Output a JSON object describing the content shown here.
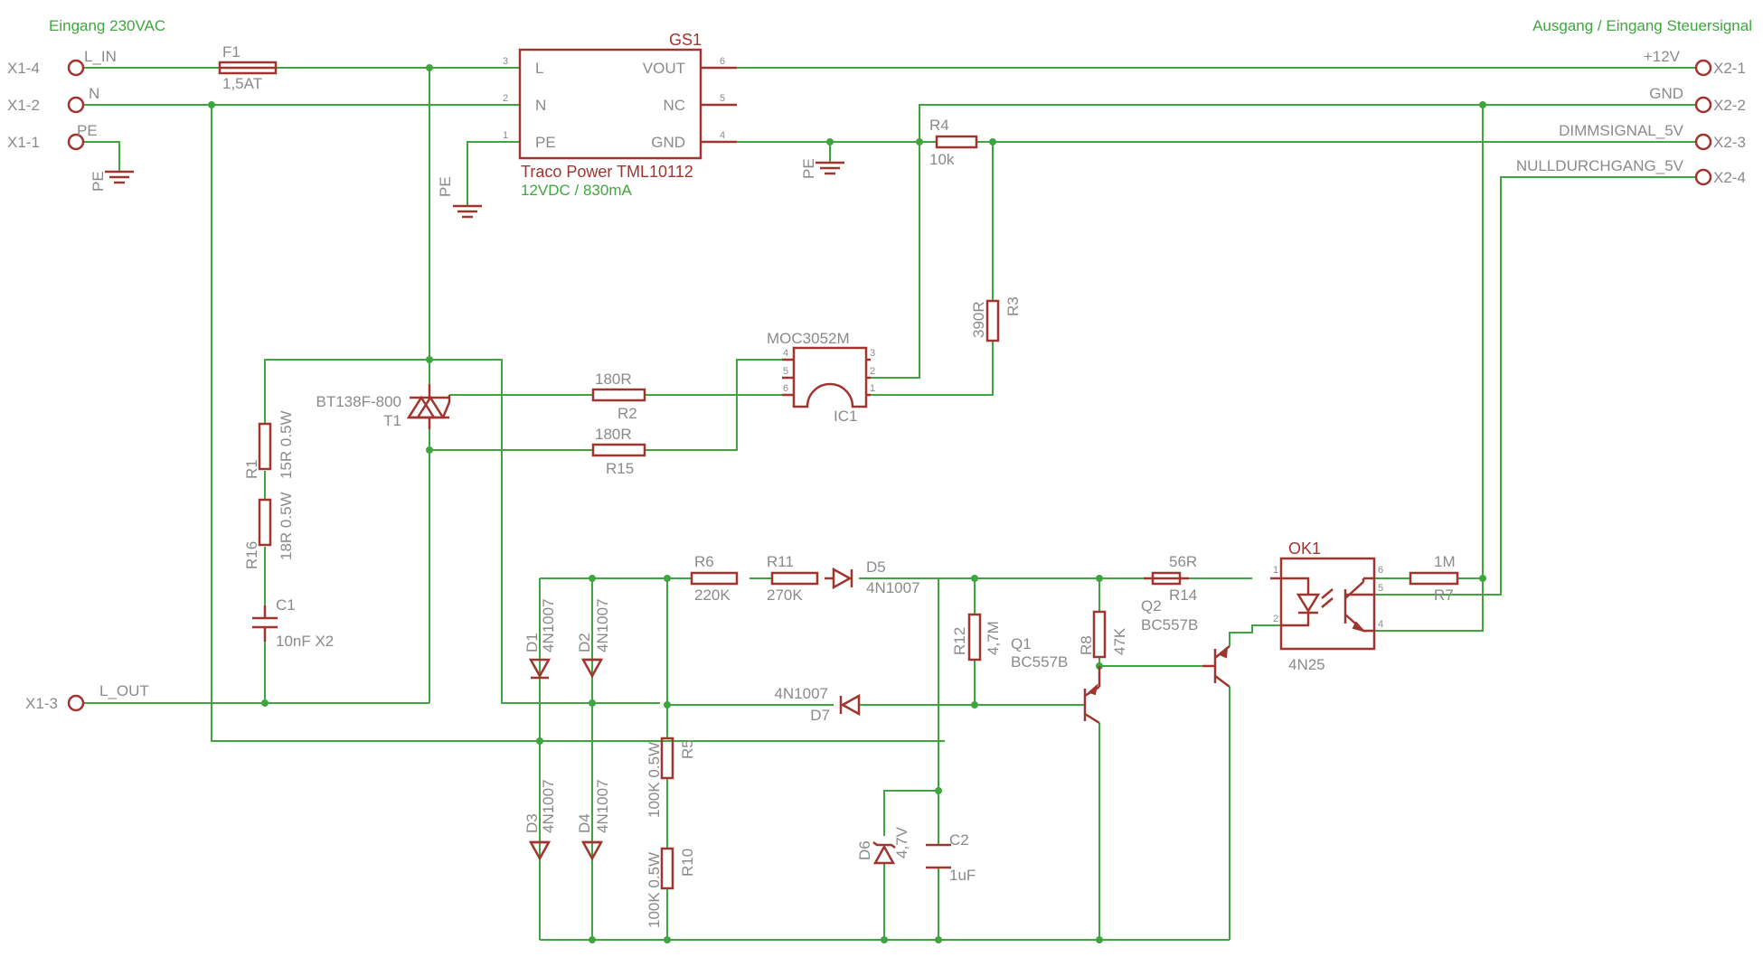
{
  "headings": {
    "left": "Eingang 230VAC",
    "right": "Ausgang / Eingang Steuersignal"
  },
  "connectors": {
    "x1_4": "X1-4",
    "x1_2": "X1-2",
    "x1_1": "X1-1",
    "x1_3": "X1-3",
    "x2_1": "X2-1",
    "x2_2": "X2-2",
    "x2_3": "X2-3",
    "x2_4": "X2-4"
  },
  "nets": {
    "l_in": "L_IN",
    "n": "N",
    "pe": "PE",
    "l_out": "L_OUT",
    "v12": "+12V",
    "gnd": "GND",
    "dimm": "DIMMSIGNAL_5V",
    "null": "NULLDURCHGANG_5V"
  },
  "gs1": {
    "name": "GS1",
    "title": "Traco Power TML10112",
    "spec": "12VDC / 830mA",
    "pins": {
      "l": "L",
      "n": "N",
      "pe": "PE",
      "vout": "VOUT",
      "nc": "NC",
      "gnd": "GND"
    },
    "pin_numbers": {
      "p1": "1",
      "p2": "2",
      "p3": "3",
      "p4": "4",
      "p5": "5",
      "p6": "6"
    }
  },
  "fuse": {
    "name": "F1",
    "value": "1,5AT"
  },
  "pe_symbols": {
    "label": "PE"
  },
  "triac": {
    "value": "BT138F-800",
    "name": "T1"
  },
  "ic1": {
    "value": "MOC3052M",
    "name": "IC1",
    "pin_numbers": {
      "p1": "1",
      "p2": "2",
      "p3": "3",
      "p4": "4",
      "p5": "5",
      "p6": "6"
    }
  },
  "ok1": {
    "name": "OK1",
    "value": "4N25",
    "pin_numbers": {
      "p1": "1",
      "p2": "2",
      "p4": "4",
      "p5": "5",
      "p6": "6"
    }
  },
  "resistors": {
    "r1": {
      "name": "R1",
      "value": "15R 0.5W"
    },
    "r16": {
      "name": "R16",
      "value": "18R 0.5W"
    },
    "r2": {
      "name": "R2",
      "value": "180R"
    },
    "r15": {
      "name": "R15",
      "value": "180R"
    },
    "r3": {
      "name": "R3",
      "value": "390R"
    },
    "r4": {
      "name": "R4",
      "value": "10k"
    },
    "r5": {
      "name": "R5",
      "value": "100K 0.5W"
    },
    "r10": {
      "name": "R10",
      "value": "100K 0.5W"
    },
    "r6": {
      "name": "R6",
      "value": "220K"
    },
    "r11": {
      "name": "R11",
      "value": "270K"
    },
    "r12": {
      "name": "R12",
      "value": "4,7M"
    },
    "r8": {
      "name": "R8",
      "value": "47K"
    },
    "r14": {
      "name": "R14",
      "value": "56R"
    },
    "r7": {
      "name": "R7",
      "value": "1M"
    }
  },
  "capacitors": {
    "c1": {
      "name": "C1",
      "value": "10nF X2"
    },
    "c2": {
      "name": "C2",
      "value": "1uF"
    }
  },
  "diodes": {
    "d1": {
      "name": "D1",
      "value": "4N1007"
    },
    "d2": {
      "name": "D2",
      "value": "4N1007"
    },
    "d3": {
      "name": "D3",
      "value": "4N1007"
    },
    "d4": {
      "name": "D4",
      "value": "4N1007"
    },
    "d5": {
      "name": "D5",
      "value": "4N1007"
    },
    "d7": {
      "name": "D7",
      "value": "4N1007"
    },
    "d6": {
      "name": "D6",
      "value": "4,7V"
    }
  },
  "transistors": {
    "q1": {
      "name": "Q1",
      "value": "BC557B"
    },
    "q2": {
      "name": "Q2",
      "value": "BC557B"
    }
  }
}
